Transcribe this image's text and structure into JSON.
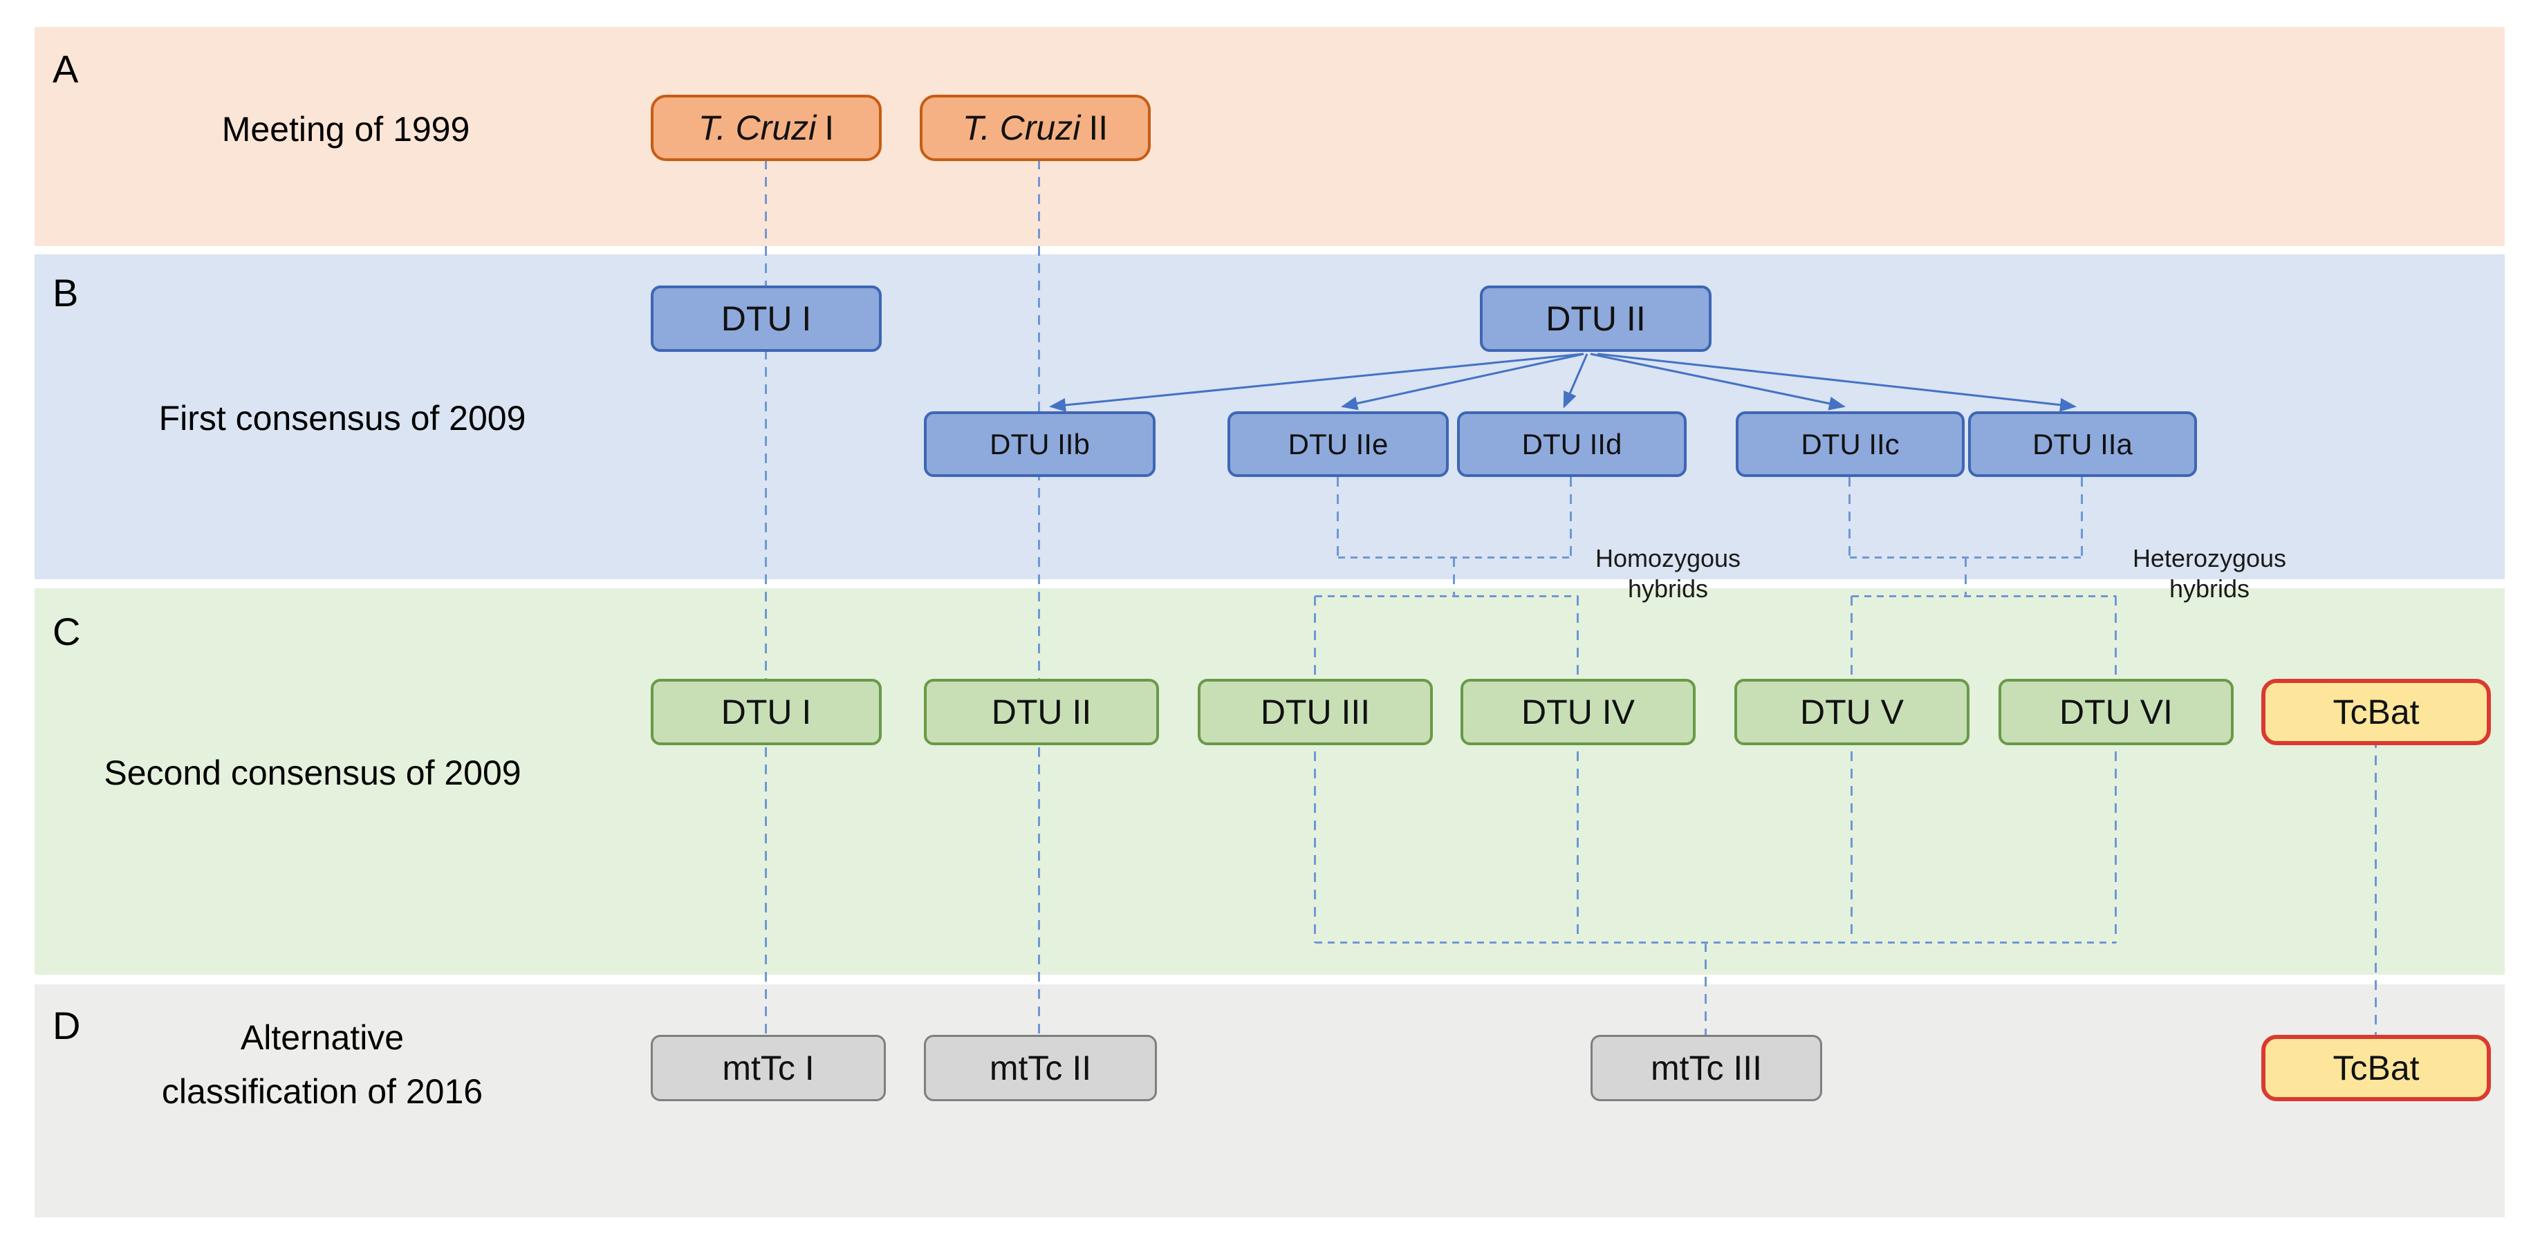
{
  "panels": {
    "a": {
      "letter": "A",
      "title": "Meeting of 1999"
    },
    "b": {
      "letter": "B",
      "title": "First consensus of 2009"
    },
    "c": {
      "letter": "C",
      "title": "Second consensus of 2009"
    },
    "d": {
      "letter": "D",
      "title_line1": "Alternative",
      "title_line2": "classification of 2016"
    }
  },
  "nodes": {
    "tcruzi_i": {
      "italic": "T. Cruzi",
      "roman": "I"
    },
    "tcruzi_ii": {
      "italic": "T. Cruzi",
      "roman": "II"
    },
    "dtu_i_b": "DTU I",
    "dtu_ii_b": "DTU II",
    "dtu_iib": "DTU IIb",
    "dtu_iie": "DTU IIe",
    "dtu_iid": "DTU IId",
    "dtu_iic": "DTU IIc",
    "dtu_iia": "DTU IIa",
    "dtu_i_c": "DTU I",
    "dtu_ii_c": "DTU II",
    "dtu_iii_c": "DTU III",
    "dtu_iv_c": "DTU IV",
    "dtu_v_c": "DTU V",
    "dtu_vi_c": "DTU VI",
    "tcbat_c": "TcBat",
    "mttc_i": "mtTc I",
    "mttc_ii": "mtTc II",
    "mttc_iii": "mtTc III",
    "tcbat_d": "TcBat"
  },
  "annotations": {
    "homozygous": {
      "line1": "Homozygous",
      "line2": "hybrids"
    },
    "heterozygous": {
      "line1": "Heterozygous",
      "line2": "hybrids"
    }
  },
  "colors": {
    "band-a": "#fbe5d6",
    "band-b": "#dae4f2",
    "band-c": "#e4f1dc",
    "band-d": "#ededec",
    "orange-fill": "#f5b183",
    "orange-border": "#c55d14",
    "blue-fill": "#8ea9dc",
    "blue-border": "#3e66b5",
    "green-fill": "#c8dfb6",
    "green-border": "#699a48",
    "gray-fill": "#d6d6d6",
    "gray-border": "#7f7f7f",
    "yellow-fill": "#fde69c",
    "red-border": "#d93a30",
    "dash": "#6f97d6",
    "arrow": "#4472c4"
  }
}
